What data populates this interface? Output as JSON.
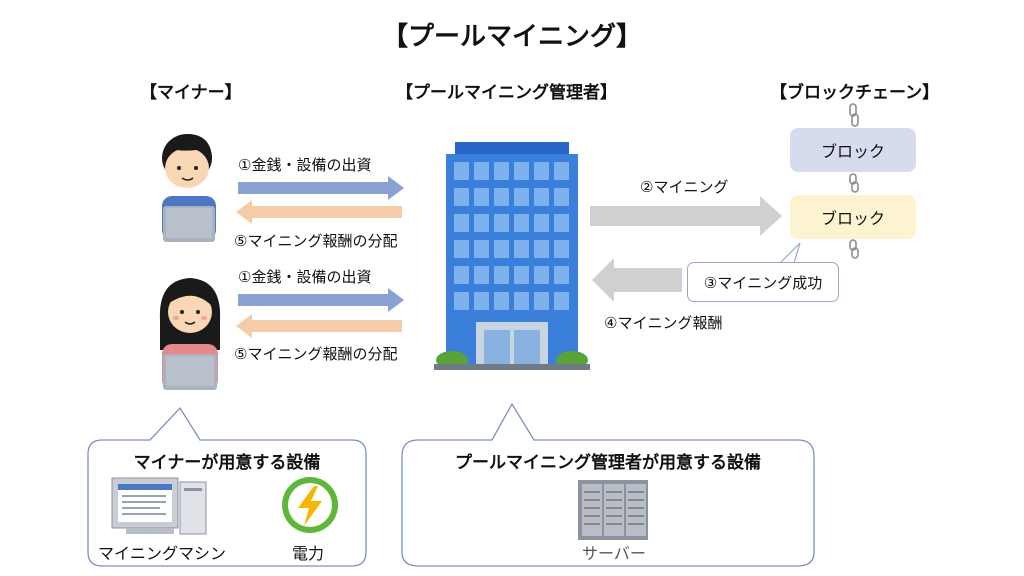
{
  "title": "【プールマイニング】",
  "headers": {
    "miner": "【マイナー】",
    "manager": "【プールマイニング管理者】",
    "blockchain": "【ブロックチェーン】"
  },
  "flows": {
    "invest_1": "①金銭・設備の出資",
    "reward_1": "⑤マイニング報酬の分配",
    "invest_2": "①金銭・設備の出資",
    "reward_2": "⑤マイニング報酬の分配",
    "mining": "②マイニング",
    "success": "③マイニング成功",
    "pool_reward": "④マイニング報酬"
  },
  "blocks": [
    "ブロック",
    "ブロック"
  ],
  "panels": {
    "miner": {
      "title": "マイナーが用意する設備",
      "items": [
        "マイニングマシン",
        "電力"
      ]
    },
    "manager": {
      "title": "プールマイニング管理者が用意する設備",
      "items": [
        "サーバー"
      ]
    }
  },
  "icons": {
    "miner_male": "male-miner-with-laptop-icon",
    "miner_female": "female-miner-with-laptop-icon",
    "building": "office-building-icon",
    "chain": "chain-link-icon",
    "computer": "desktop-computer-icon",
    "power": "lightning-power-icon",
    "server": "server-rack-icon"
  },
  "colors": {
    "invest_arrow": "#8aa1d6",
    "reward_arrow": "#f6cba7",
    "pool_arrow": "#d0d0d0",
    "block_blue": "#d6dced",
    "block_yellow": "#fdf3d0",
    "panel_border": "#9aa7c7"
  }
}
